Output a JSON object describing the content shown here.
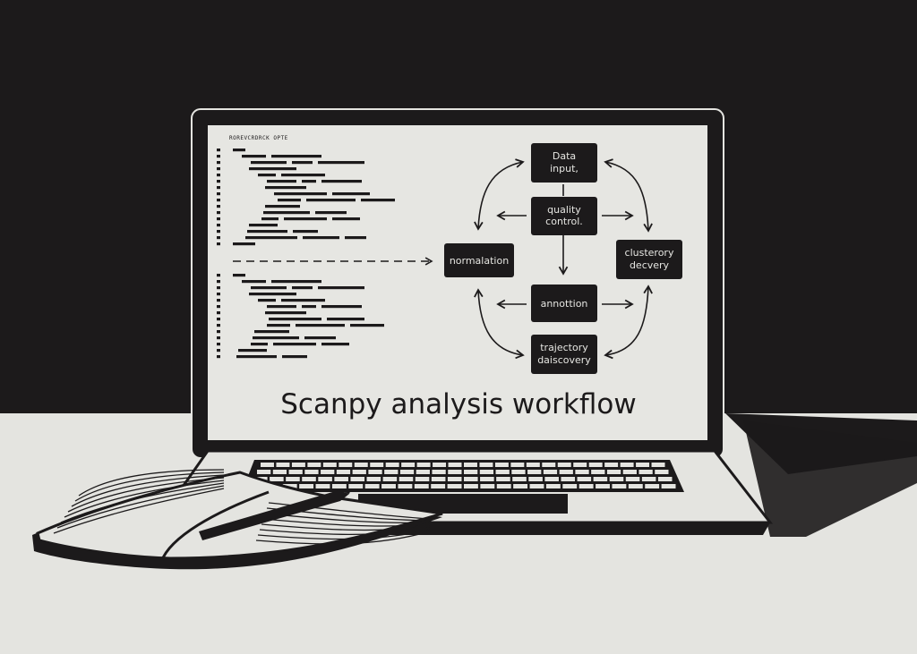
{
  "screen": {
    "code_header": "ROREVCRDRCK OPTE",
    "caption": "Scanpy analysis workflow"
  },
  "workflow": {
    "data_input": [
      "Data",
      "input,"
    ],
    "quality_control": [
      "quality",
      "control."
    ],
    "normalization": [
      "normalation"
    ],
    "clustering": [
      "clusterory",
      "decvery"
    ],
    "annotation": [
      "annottion"
    ],
    "trajectory": [
      "trajectory",
      "daiscovery"
    ]
  },
  "colors": {
    "background": "#1c1a1b",
    "desk": "#e4e4e0",
    "screen": "#e6e6e2",
    "ink": "#1c1a1b"
  }
}
